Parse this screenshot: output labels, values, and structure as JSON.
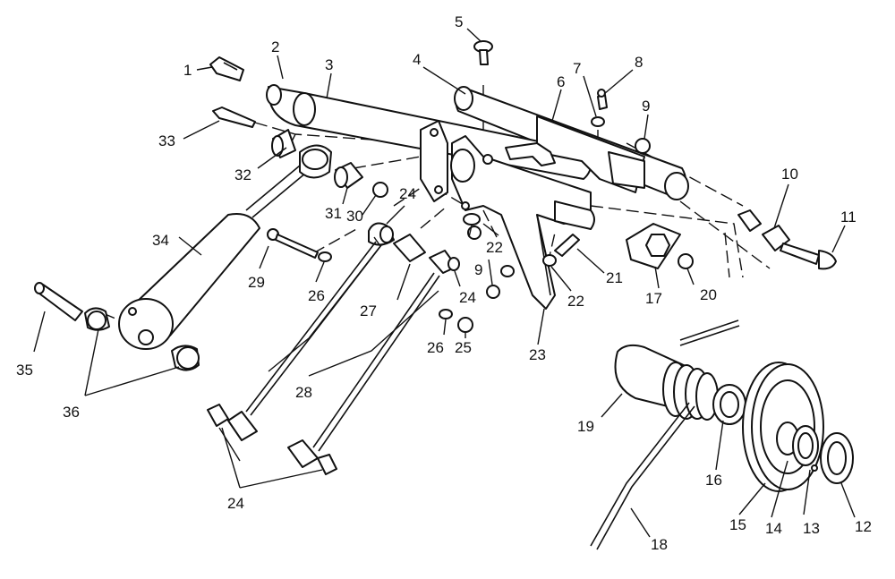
{
  "diagram": {
    "callouts": [
      {
        "id": "c1",
        "text": "1"
      },
      {
        "id": "c2",
        "text": "2"
      },
      {
        "id": "c3",
        "text": "3"
      },
      {
        "id": "c4",
        "text": "4"
      },
      {
        "id": "c5",
        "text": "5"
      },
      {
        "id": "c6",
        "text": "6"
      },
      {
        "id": "c7",
        "text": "7"
      },
      {
        "id": "c8",
        "text": "8"
      },
      {
        "id": "c9a",
        "text": "9"
      },
      {
        "id": "c9b",
        "text": "9"
      },
      {
        "id": "c10",
        "text": "10"
      },
      {
        "id": "c11",
        "text": "11"
      },
      {
        "id": "c12",
        "text": "12"
      },
      {
        "id": "c13",
        "text": "13"
      },
      {
        "id": "c14",
        "text": "14"
      },
      {
        "id": "c15",
        "text": "15"
      },
      {
        "id": "c16",
        "text": "16"
      },
      {
        "id": "c17",
        "text": "17"
      },
      {
        "id": "c18",
        "text": "18"
      },
      {
        "id": "c19",
        "text": "19"
      },
      {
        "id": "c20",
        "text": "20"
      },
      {
        "id": "c21",
        "text": "21"
      },
      {
        "id": "c22a",
        "text": "22"
      },
      {
        "id": "c22b",
        "text": "22"
      },
      {
        "id": "c23",
        "text": "23"
      },
      {
        "id": "c24a",
        "text": "24"
      },
      {
        "id": "c24b",
        "text": "24"
      },
      {
        "id": "c24c",
        "text": "24"
      },
      {
        "id": "c25",
        "text": "25"
      },
      {
        "id": "c26a",
        "text": "26"
      },
      {
        "id": "c26b",
        "text": "26"
      },
      {
        "id": "c27",
        "text": "27"
      },
      {
        "id": "c28",
        "text": "28"
      },
      {
        "id": "c29",
        "text": "29"
      },
      {
        "id": "c30",
        "text": "30"
      },
      {
        "id": "c31",
        "text": "31"
      },
      {
        "id": "c32",
        "text": "32"
      },
      {
        "id": "c33",
        "text": "33"
      },
      {
        "id": "c34",
        "text": "34"
      },
      {
        "id": "c35",
        "text": "35"
      },
      {
        "id": "c36",
        "text": "36"
      }
    ]
  }
}
